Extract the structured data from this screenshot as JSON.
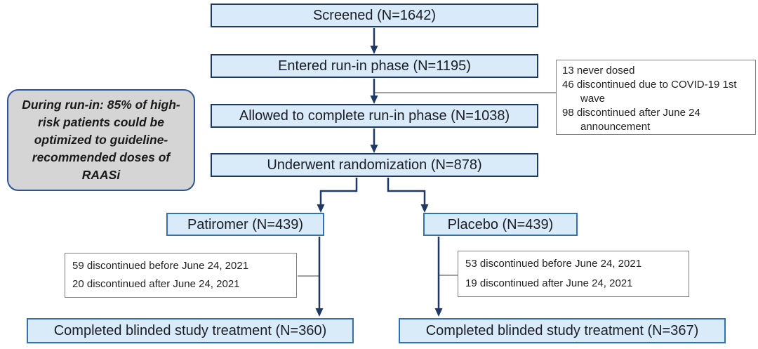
{
  "colors": {
    "box_fill": "#d9ebf8",
    "box_border_dark": "#1f3864",
    "box_border_mid": "#2e74b5",
    "arrow": "#1f3864",
    "gray_note_fill": "#d5d5d5",
    "gray_note_border": "#2f5496",
    "white_note_border": "#808080"
  },
  "flow": {
    "screened": "Screened (N=1642)",
    "entered_run_in": "Entered run-in phase (N=1195)",
    "allowed_complete": "Allowed to complete run-in phase (N=1038)",
    "randomized": "Underwent randomization (N=878)",
    "patiromer_arm": "Patiromer (N=439)",
    "placebo_arm": "Placebo (N=439)",
    "completed_patiromer": "Completed blinded study treatment (N=360)",
    "completed_placebo": "Completed blinded study treatment (N=367)"
  },
  "notes": {
    "run_in_exclusions": [
      "13 never dosed",
      "46 discontinued due to COVID-19 1st wave",
      "98 discontinued after June 24 announcement"
    ],
    "run_in_highlight": "During run-in: 85% of high-risk patients could be optimized to guideline-recommended doses of RAASi",
    "patiromer_discontinued": [
      "59 discontinued before June 24, 2021",
      "20 discontinued after June 24, 2021"
    ],
    "placebo_discontinued": [
      "53 discontinued before June 24, 2021",
      "19 discontinued after June 24, 2021"
    ]
  }
}
